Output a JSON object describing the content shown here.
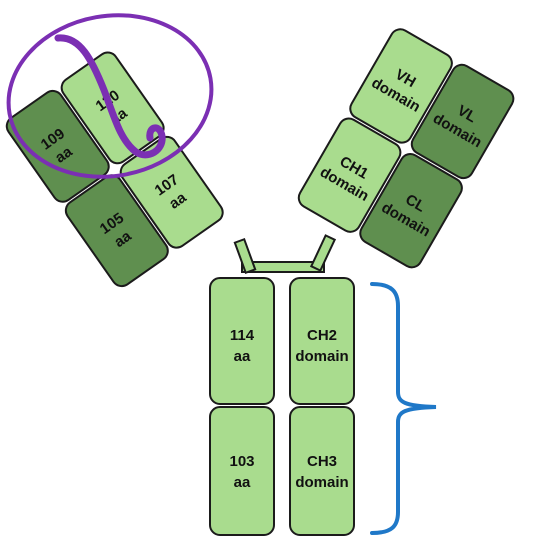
{
  "colors": {
    "light_domain": "#a9dc8e",
    "dark_domain": "#5f8f4f",
    "outline": "#1b1b1b",
    "circle": "#7b2fb3",
    "bracket": "#1f78c8"
  },
  "domains": {
    "heavy_variable_left": {
      "line1": "120",
      "line2": "aa"
    },
    "light_variable_left": {
      "line1": "109",
      "line2": "aa"
    },
    "heavy_constant1_left": {
      "line1": "107",
      "line2": "aa"
    },
    "light_constant_left": {
      "line1": "105",
      "line2": "aa"
    },
    "heavy_variable_right": {
      "line1": "VH",
      "line2": "domain"
    },
    "light_variable_right": {
      "line1": "VL",
      "line2": "domain"
    },
    "heavy_constant1_right": {
      "line1": "CH1",
      "line2": "domain"
    },
    "light_constant_right": {
      "line1": "CL",
      "line2": "domain"
    },
    "fc_ch2_left": {
      "line1": "114",
      "line2": "aa"
    },
    "fc_ch2_right": {
      "line1": "CH2",
      "line2": "domain"
    },
    "fc_ch3_left": {
      "line1": "103",
      "line2": "aa"
    },
    "fc_ch3_right": {
      "line1": "CH3",
      "line2": "domain"
    }
  },
  "icons": {
    "antigen_binding_marker": "purple-circle-with-loop",
    "fc_region_marker": "blue-curly-brace"
  }
}
